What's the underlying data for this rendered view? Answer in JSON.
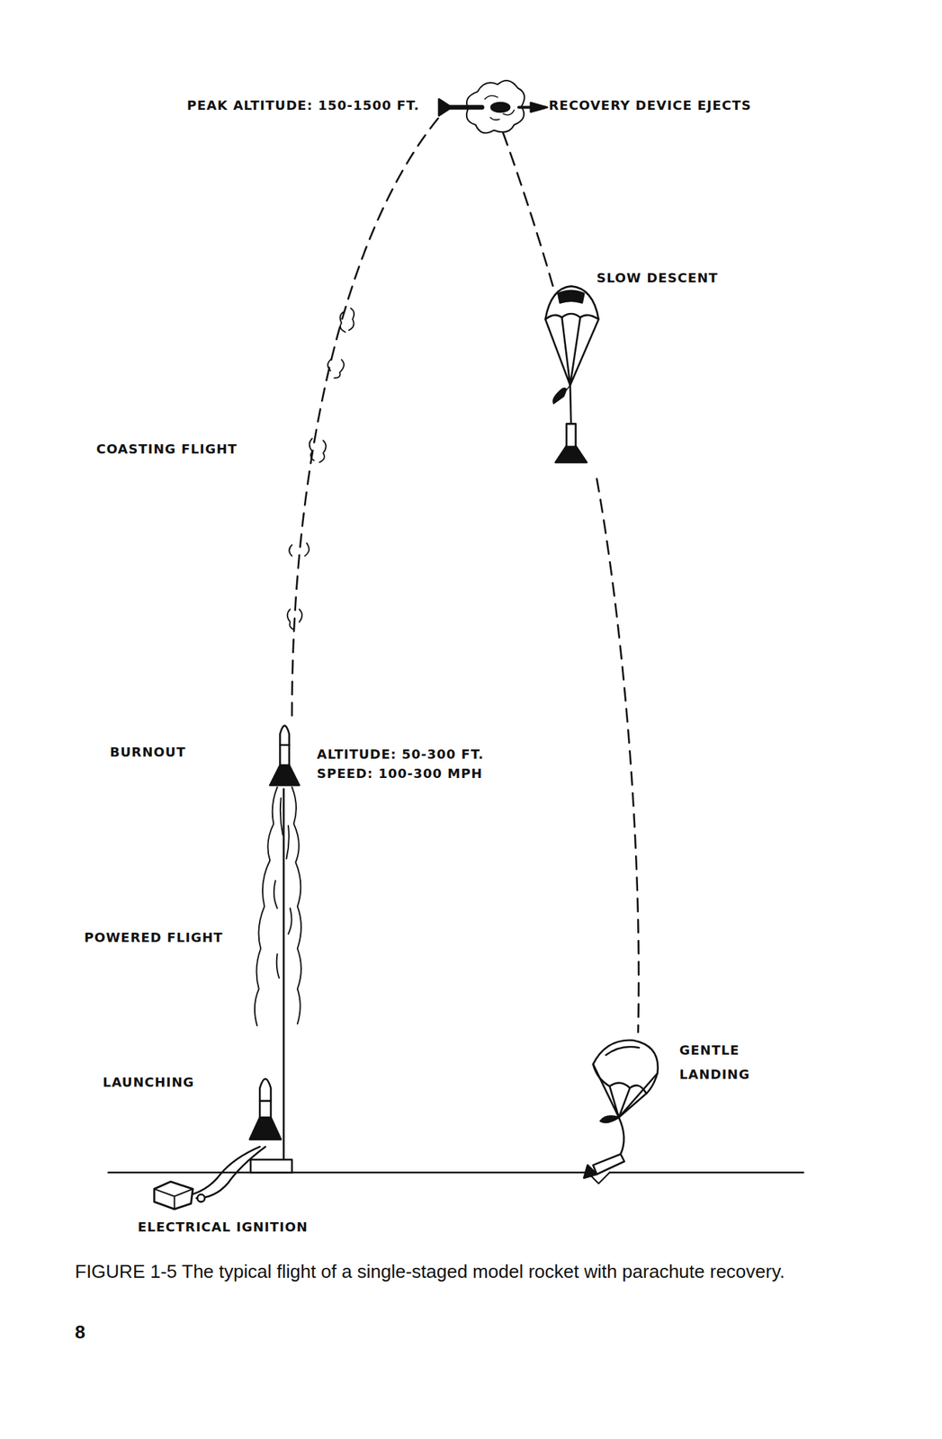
{
  "diagram": {
    "caption": "FIGURE 1-5 The typical flight of a single-staged model rocket with parachute recovery.",
    "labels": [
      "PEAK ALTITUDE: 150-1500 FT.",
      "RECOVERY DEVICE EJECTS",
      "SLOW DESCENT",
      "COASTING FLIGHT",
      "BURNOUT",
      "ALTITUDE: 50-300 FT.",
      "SPEED: 100-300 MPH",
      "POWERED FLIGHT",
      "LAUNCHING",
      "GENTLE LANDING",
      "ELECTRICAL IGNITION",
      "8"
    ]
  }
}
